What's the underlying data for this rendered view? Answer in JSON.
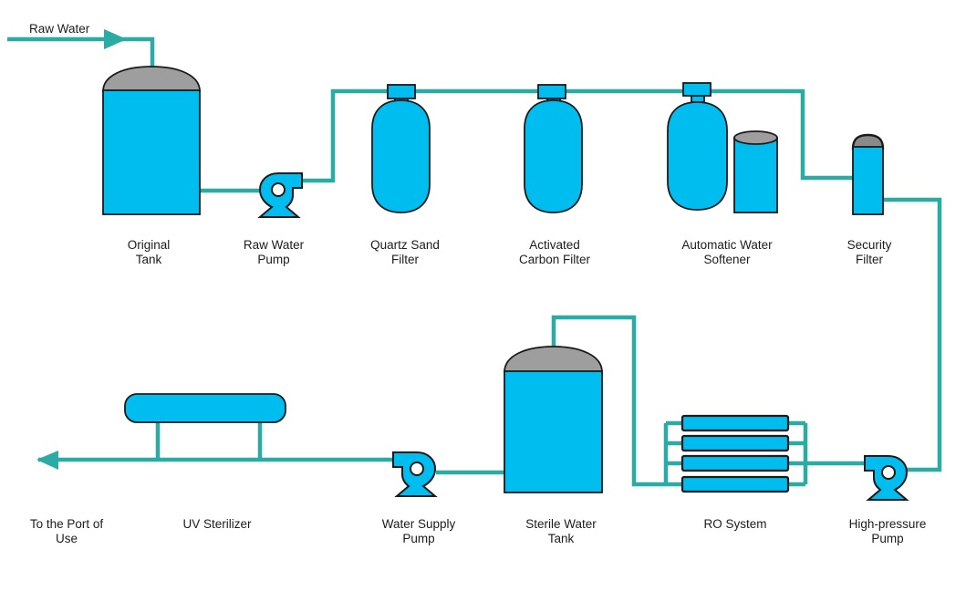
{
  "diagram": {
    "flow_source_label": "Raw Water",
    "colors": {
      "vessel": "#00bdf0",
      "pipe": "#2aaba3",
      "dome": "#9e9e9e",
      "outline": "#1a1a1a"
    },
    "labels": [
      {
        "id": "original-tank",
        "line1": "Original",
        "line2": "Tank"
      },
      {
        "id": "raw-water-pump",
        "line1": "Raw Water",
        "line2": "Pump"
      },
      {
        "id": "quartz-sand-filter",
        "line1": "Quartz Sand",
        "line2": "Filter"
      },
      {
        "id": "activated-carbon-filter",
        "line1": "Activated",
        "line2": "Carbon Filter"
      },
      {
        "id": "automatic-water-softener",
        "line1": "Automatic Water",
        "line2": "Softener"
      },
      {
        "id": "security-filter",
        "line1": "Security",
        "line2": "Filter"
      },
      {
        "id": "to-the-port-of-use",
        "line1": "To the Port of",
        "line2": "Use"
      },
      {
        "id": "uv-sterilizer",
        "line1": "UV Sterilizer",
        "line2": ""
      },
      {
        "id": "water-supply-pump",
        "line1": "Water Supply",
        "line2": "Pump"
      },
      {
        "id": "sterile-water-tank",
        "line1": "Sterile Water",
        "line2": "Tank"
      },
      {
        "id": "ro-system",
        "line1": "RO System",
        "line2": ""
      },
      {
        "id": "high-pressure-pump",
        "line1": "High-pressure",
        "line2": "Pump"
      }
    ]
  }
}
